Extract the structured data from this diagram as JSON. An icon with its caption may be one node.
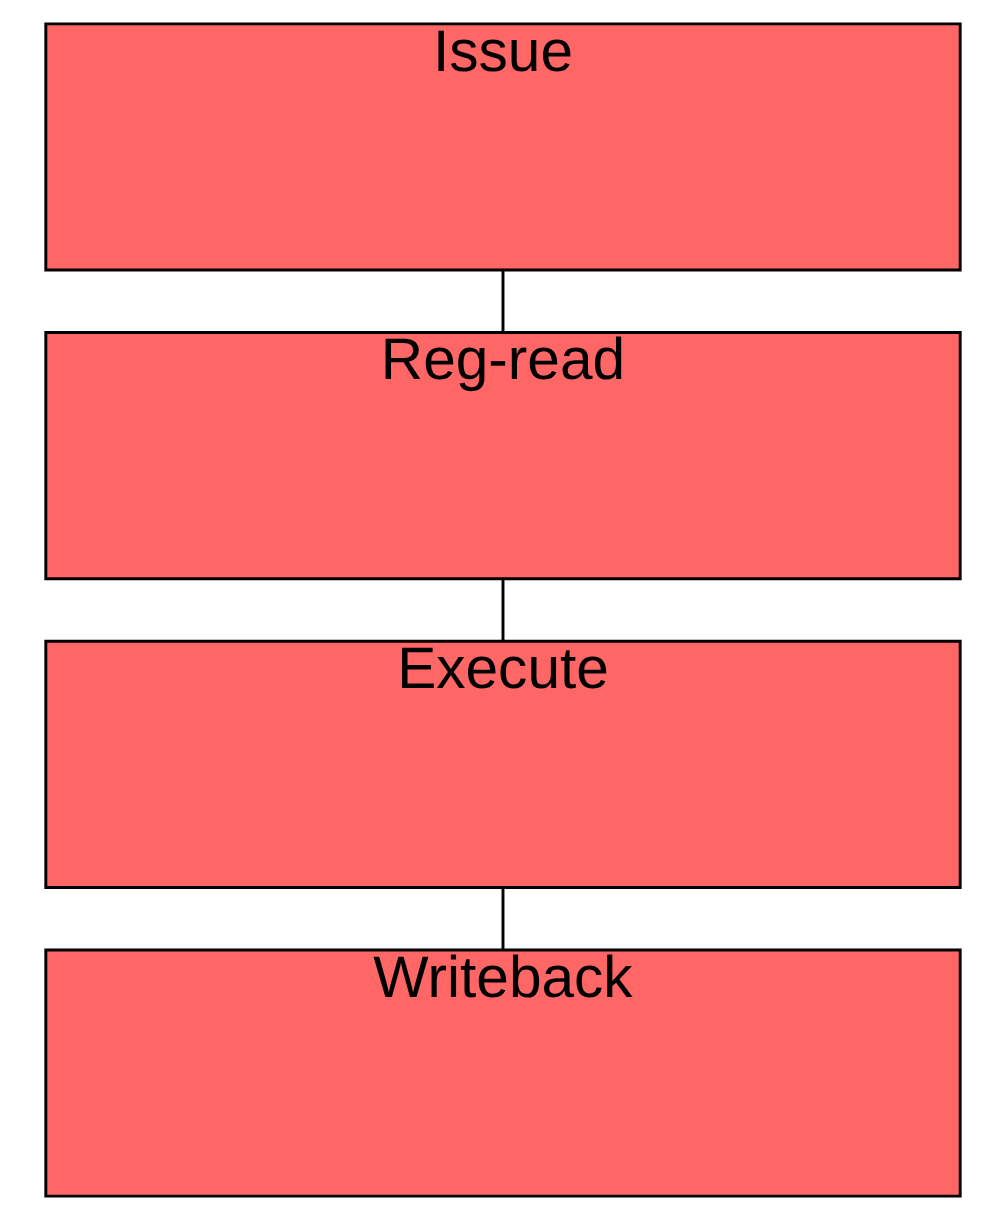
{
  "diagram": {
    "nodes": [
      {
        "text": [
          "Issue"
        ]
      },
      {
        "text": [
          "Reg-read"
        ]
      },
      {
        "text": [
          "Execute"
        ]
      },
      {
        "text": [
          "Writeback"
        ]
      }
    ],
    "edges": [
      {
        "from": 0,
        "to": 1,
        "arrow": "none"
      },
      {
        "from": 1,
        "to": 2,
        "arrow": "none"
      },
      {
        "from": 2,
        "to": 3,
        "arrow": "none"
      }
    ]
  }
}
